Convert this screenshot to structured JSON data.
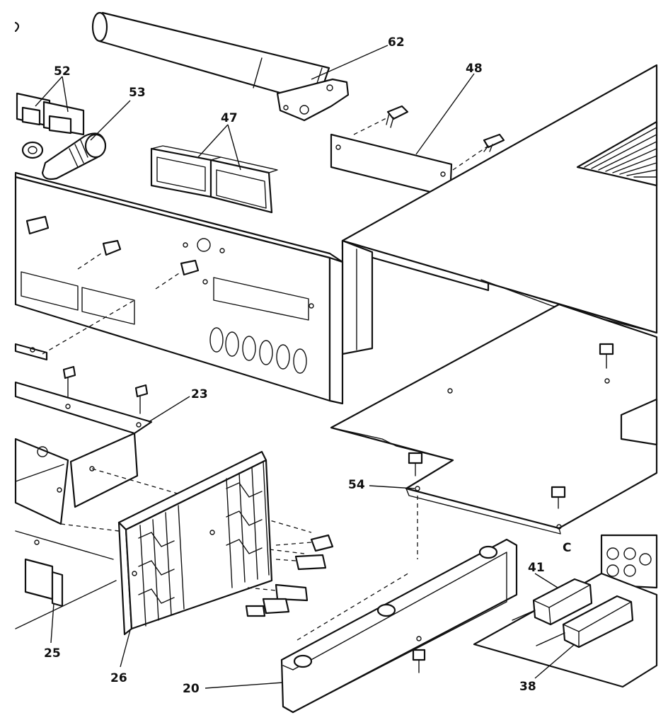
{
  "callouts": {
    "c62": "62",
    "c52": "52",
    "c53": "53",
    "c48": "48",
    "c47": "47",
    "c23": "23",
    "c54": "54",
    "c41": "41",
    "c25": "25",
    "c26": "26",
    "c20": "20",
    "c38": "38",
    "cC": "C"
  }
}
